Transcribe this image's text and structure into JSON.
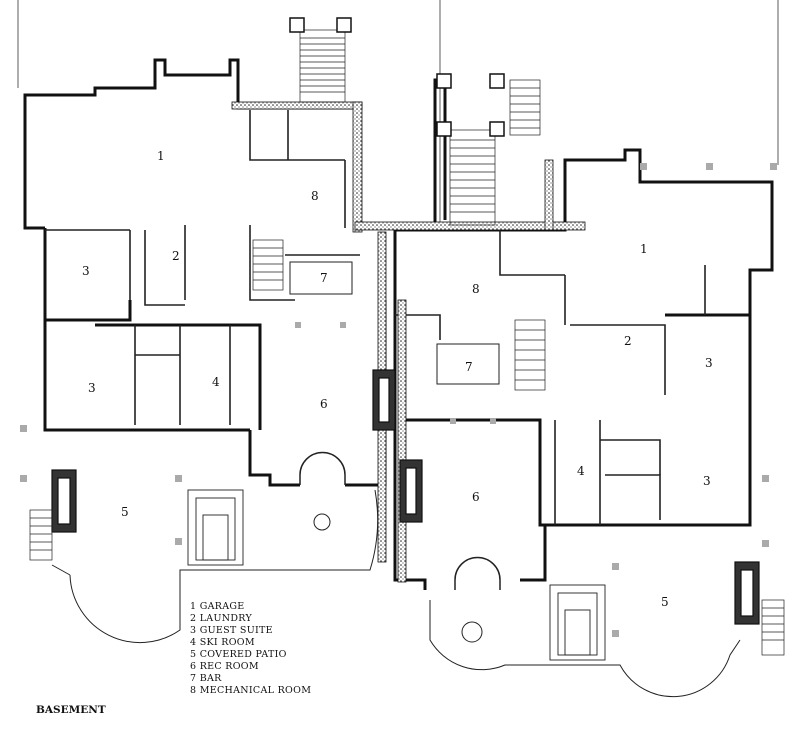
{
  "title": "BASEMENT",
  "legend": [
    {
      "num": "1",
      "name": "GARAGE"
    },
    {
      "num": "2",
      "name": "LAUNDRY"
    },
    {
      "num": "3",
      "name": "GUEST SUITE"
    },
    {
      "num": "4",
      "name": "SKI ROOM"
    },
    {
      "num": "5",
      "name": "COVERED PATIO"
    },
    {
      "num": "6",
      "name": "REC ROOM"
    },
    {
      "num": "7",
      "name": "BAR"
    },
    {
      "num": "8",
      "name": "MECHANICAL ROOM"
    }
  ],
  "room_labels": {
    "left_garage": "1",
    "left_laundry": "2",
    "left_guest_upper": "3",
    "left_guest_lower": "3",
    "left_ski": "4",
    "left_patio": "5",
    "left_rec": "6",
    "left_bar": "7",
    "left_mech": "8",
    "right_garage": "1",
    "right_laundry": "2",
    "right_guest_upper": "3",
    "right_guest_lower": "3",
    "right_ski": "4",
    "right_patio": "5",
    "right_rec": "6",
    "right_bar": "7",
    "right_mech": "8"
  }
}
